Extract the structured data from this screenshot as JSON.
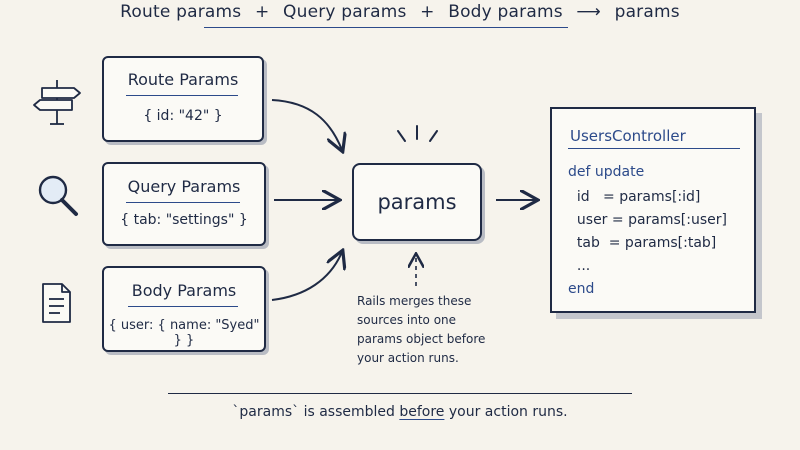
{
  "header": {
    "route": "Route params",
    "plus1": "+",
    "query": "Query params",
    "plus2": "+",
    "body": "Body params",
    "arrow": "⟶",
    "result": "params"
  },
  "sources": [
    {
      "title": "Route Params",
      "body": "{ id: \"42\" }",
      "icon": "signpost-icon"
    },
    {
      "title": "Query Params",
      "body": "{ tab: \"settings\" }",
      "icon": "magnifier-icon"
    },
    {
      "title": "Body Params",
      "body": "{ user: { name: \"Syed\" } }",
      "icon": "document-icon"
    }
  ],
  "params_box": {
    "label": "params"
  },
  "note": {
    "line1": "Rails merges these",
    "line2": "sources into one",
    "line3": "params object before",
    "line4": "your action runs."
  },
  "controller": {
    "title": "UsersController",
    "lines": [
      "def update",
      "  id   = params[:id]",
      "  user = params[:user]",
      "  tab  = params[:tab]",
      "  ...",
      "end"
    ]
  },
  "footer": {
    "pre": "`params` is assembled ",
    "emph": "before",
    "post": " your action runs."
  },
  "colors": {
    "ink": "#1f2a44",
    "accent": "#2c4a8a",
    "background": "#f6f3ec"
  }
}
